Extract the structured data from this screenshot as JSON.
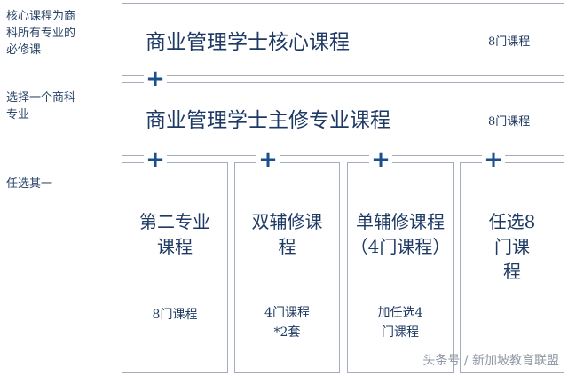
{
  "labels": [
    "核心课程为商科所有专业的必修课",
    "选择一个商科专业",
    "任选其一"
  ],
  "core": {
    "title": "商业管理学士核心课程",
    "count": "8门课程"
  },
  "major": {
    "title": "商业管理学士主修专业课程",
    "count": "8门课程"
  },
  "options": [
    {
      "title": "第二专业课程",
      "sub": "8门课程"
    },
    {
      "title": "双辅修课程",
      "sub": "4门课程*2套"
    },
    {
      "title": "单辅修课程（4门课程）",
      "sub": "加任选4门课程"
    },
    {
      "title": "任选8门课程",
      "sub": ""
    }
  ],
  "plus": "+",
  "watermark": "头条号 / 新加坡教育联盟"
}
